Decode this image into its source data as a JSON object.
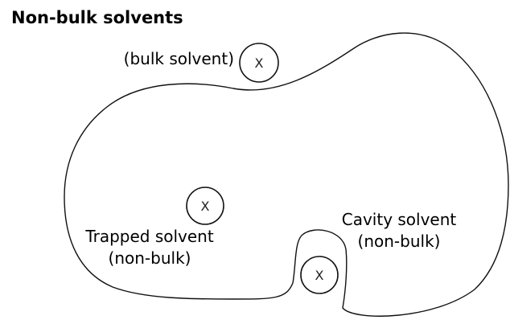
{
  "title": "Non-bulk solvents",
  "labels": {
    "bulk": "(bulk solvent)",
    "trapped_line1": "Trapped solvent",
    "trapped_line2": "(non-bulk)",
    "cavity_line1": "Cavity solvent",
    "cavity_line2": "(non-bulk)"
  },
  "solvent_marks": {
    "bulk": "X",
    "trapped": "X",
    "cavity": "X"
  },
  "colors": {
    "stroke": "#111111",
    "text": "#000000",
    "background": "#ffffff"
  }
}
